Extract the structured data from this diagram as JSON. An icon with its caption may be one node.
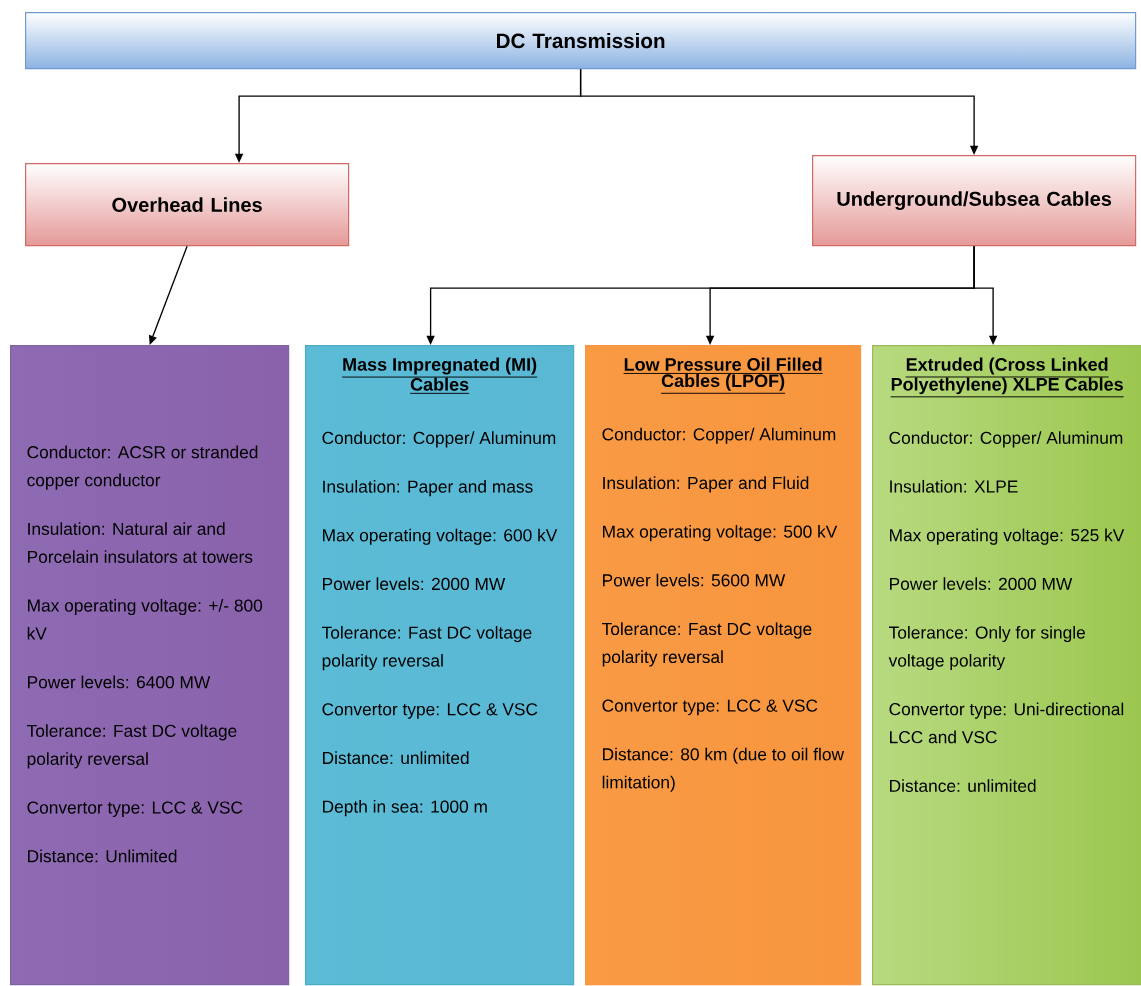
{
  "diagram": {
    "nodes": [
      {
        "text": [
          "DC Transmission"
        ]
      },
      {
        "text": [
          "Overhead Lines"
        ]
      },
      {
        "text": [
          "Underground/Subsea Cables"
        ]
      },
      {
        "text": [
          "Conductor: ACSR or stranded copper conductor",
          "Insulation: Natural air and Porcelain insulators at towers",
          "Max operating voltage: +/- 800 kV",
          "Power levels: 6400 MW",
          "Tolerance: Fast DC voltage polarity reversal",
          "Convertor type: LCC & VSC",
          "Distance: Unlimited"
        ]
      },
      {
        "text": [
          "Mass Impregnated (MI) Cables",
          "Conductor: Copper/ Aluminum",
          "Insulation: Paper and mass",
          "Max operating voltage: 600 kV",
          "Power levels: 2000 MW",
          "Tolerance: Fast DC voltage polarity reversal",
          "Convertor type: LCC & VSC",
          "Distance: unlimited",
          "Depth in sea: 1000 m"
        ]
      },
      {
        "text": [
          "Low Pressure Oil Filled Cables (LPOF)",
          "Conductor: Copper/ Aluminum",
          "Insulation: Paper and Fluid",
          "Max operating voltage: 500 kV",
          "Power levels: 5600 MW",
          "Tolerance: Fast DC voltage polarity reversal",
          "Convertor type: LCC & VSC",
          "Distance: 80 km (due to oil flow limitation)"
        ]
      },
      {
        "text": [
          "Extruded (Cross Linked Polyethylene) XLPE Cables",
          "Conductor: Copper/ Aluminum",
          "Insulation: XLPE",
          "Max operating voltage: 525 kV",
          "Power levels: 2000 MW",
          "Tolerance: Only for single voltage polarity",
          "Convertor type: Uni-directional LCC and VSC",
          "Distance: unlimited"
        ]
      }
    ],
    "edges": [
      {
        "from": 0,
        "to": 1,
        "arrow": "to"
      },
      {
        "from": 0,
        "to": 2,
        "arrow": "to"
      },
      {
        "from": 1,
        "to": 3,
        "arrow": "to"
      },
      {
        "from": 2,
        "to": 4,
        "arrow": "to"
      },
      {
        "from": 2,
        "to": 5,
        "arrow": "to"
      },
      {
        "from": 2,
        "to": 6,
        "arrow": "to"
      }
    ]
  }
}
